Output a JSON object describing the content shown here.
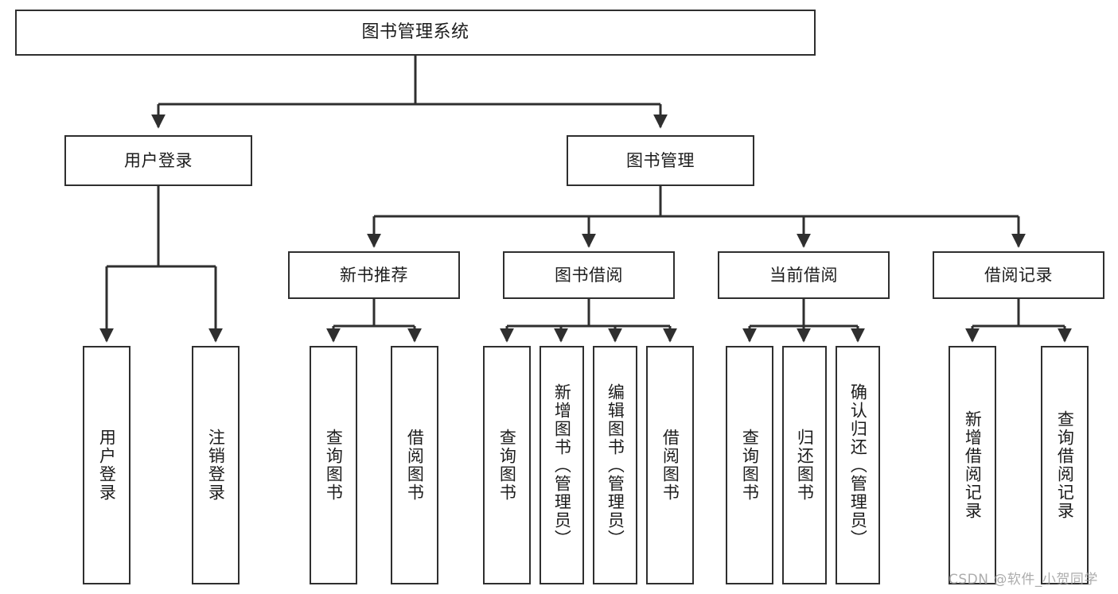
{
  "diagram": {
    "type": "tree-hierarchy-chart",
    "title": "图书管理系统",
    "stroke_color": "#2f2f2f",
    "background_color": "#ffffff",
    "text_color": "#1c1c1c",
    "nodes": {
      "root": {
        "label": "图书管理系统"
      },
      "level1": [
        {
          "id": "user-login",
          "label": "用户登录"
        },
        {
          "id": "book-manage",
          "label": "图书管理"
        }
      ],
      "level2": [
        {
          "id": "new-book-recommend",
          "label": "新书推荐"
        },
        {
          "id": "book-borrow",
          "label": "图书借阅"
        },
        {
          "id": "current-borrow",
          "label": "当前借阅"
        },
        {
          "id": "borrow-record",
          "label": "借阅记录"
        }
      ],
      "leaves": {
        "user-login": [
          {
            "id": "leaf-user-login",
            "label": "用户登录"
          },
          {
            "id": "leaf-logout-login",
            "label": "注销登录"
          }
        ],
        "new-book-recommend": [
          {
            "id": "leaf-query-book-1",
            "label": "查询图书"
          },
          {
            "id": "leaf-borrow-book-1",
            "label": "借阅图书"
          }
        ],
        "book-borrow": [
          {
            "id": "leaf-query-book-2",
            "label": "查询图书"
          },
          {
            "id": "leaf-add-book",
            "label": "新增图书（管理员）"
          },
          {
            "id": "leaf-edit-book",
            "label": "编辑图书（管理员）"
          },
          {
            "id": "leaf-borrow-book-2",
            "label": "借阅图书"
          }
        ],
        "current-borrow": [
          {
            "id": "leaf-query-book-3",
            "label": "查询图书"
          },
          {
            "id": "leaf-return-book",
            "label": "归还图书"
          },
          {
            "id": "leaf-confirm-return",
            "label": "确认归还（管理员）"
          }
        ],
        "borrow-record": [
          {
            "id": "leaf-add-record",
            "label": "新增借阅记录"
          },
          {
            "id": "leaf-query-record",
            "label": "查询借阅记录"
          }
        ]
      }
    }
  },
  "watermark": {
    "text": "CSDN @软件_小贺同学"
  }
}
